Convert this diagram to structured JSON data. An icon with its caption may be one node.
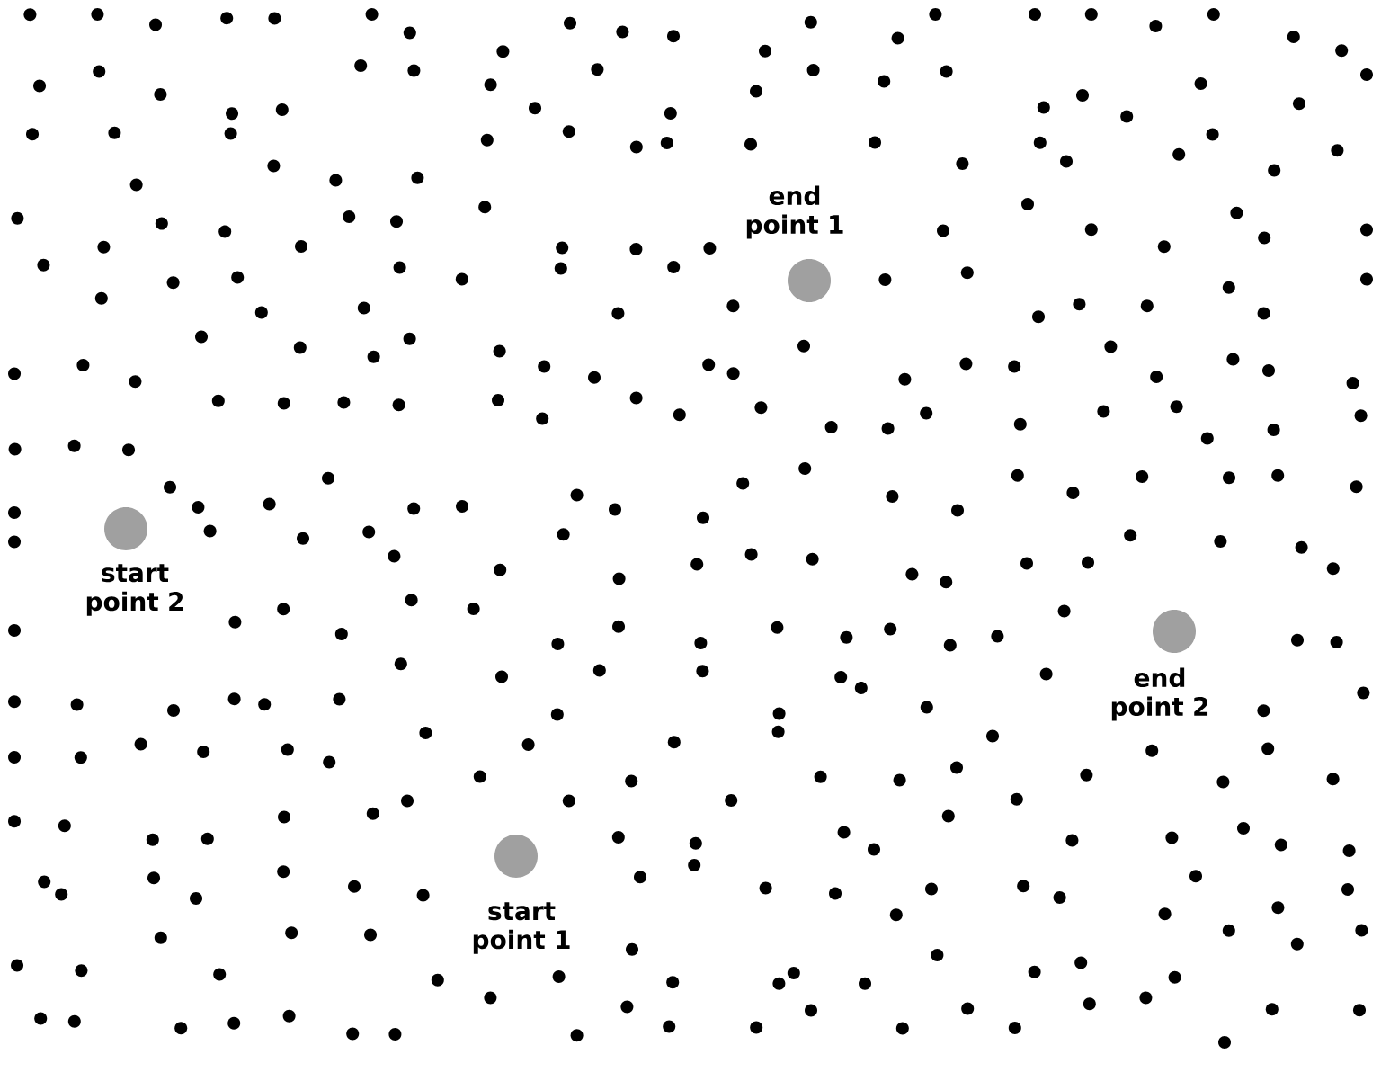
{
  "diagram": {
    "nodes": [
      {
        "text": [
          "end point 1"
        ]
      },
      {
        "text": [
          "start point 2"
        ]
      },
      {
        "text": [
          "end point 2"
        ]
      },
      {
        "text": [
          "start point 1"
        ]
      }
    ]
  }
}
